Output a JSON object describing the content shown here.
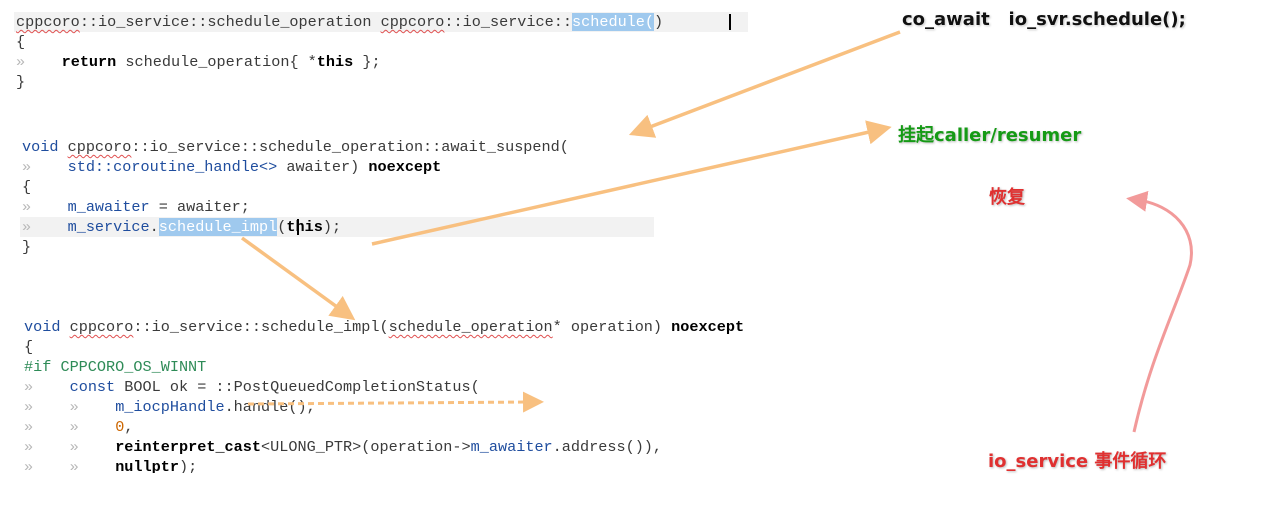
{
  "block1": {
    "l1_a": "cppcoro",
    "l1_b": "::io_service::schedule_operation ",
    "l1_c": "cppcoro",
    "l1_d": "::io_service::",
    "l1_sel": "schedule(",
    "l1_paren": ")",
    "l2": "{",
    "l3_kw": "return",
    "l3_a": " schedule_operation{ *",
    "l3_this": "this",
    "l3_b": " };",
    "l4": "}"
  },
  "block2": {
    "l1_void": "void",
    "l1_sp": " ",
    "l1_cc": "cppcoro",
    "l1_rest": "::io_service::schedule_operation::await_suspend(",
    "l2_type": "std::coroutine_handle<>",
    "l2_rest": " awaiter) ",
    "l2_kw": "noexcept",
    "l3": "{",
    "l4_var": "m_awaiter",
    "l4_rest": " = awaiter;",
    "l5_var": "m_service",
    "l5_dot": ".",
    "l5_sel": "schedule_impl",
    "l5_open": "(",
    "l5_this": "this",
    "l5_close": ");",
    "l6": "}"
  },
  "block3": {
    "l1_void": "void",
    "l1_sp": " ",
    "l1_cc": "cppcoro",
    "l1_mid": "::io_service::schedule_impl(",
    "l1_so": "schedule_operation",
    "l1_rest": "* operation) ",
    "l1_kw": "noexcept",
    "l2": "{",
    "l3": "#if CPPCORO_OS_WINNT",
    "l4_const": "const",
    "l4_rest": " BOOL ok = ::PostQueuedCompletionStatus(",
    "l5_var": "m_iocpHandle",
    "l5_rest": ".handle(),",
    "l6_num": "0",
    "l6_rest": ",",
    "l7_kw": "reinterpret_cast",
    "l7_a": "<ULONG_PTR>(operation->",
    "l7_var": "m_awaiter",
    "l7_b": ".address()),",
    "l8_kw": "nullptr",
    "l8_rest": ");"
  },
  "tab_glyph": "»",
  "annotations": {
    "co_await": "co_await   io_svr.schedule();",
    "suspend": "挂起caller/resumer",
    "resume": "恢复",
    "event_loop": "io_service 事件循环"
  },
  "colors": {
    "arrow_orange": "#f8c080",
    "arrow_pink": "#f29a9a",
    "selection": "#9fc9ee",
    "green_text": "#159a15",
    "red_text": "#e03030"
  }
}
